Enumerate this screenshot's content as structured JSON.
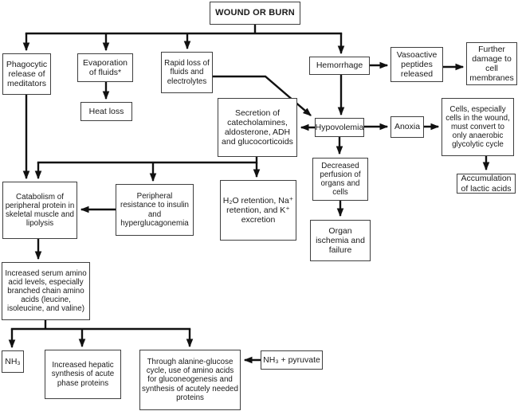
{
  "diagram": {
    "type": "flowchart",
    "background": "#ffffff",
    "line_color": "#111111",
    "box_border_color": "#3f3f3f",
    "text_color": "#1a1a1a"
  },
  "nodes": {
    "wound_or_burn": "WOUND OR BURN",
    "phagocytic": "Phagocytic release of meditators",
    "evaporation": "Evaporation of fluids*",
    "heat_loss": "Heat loss",
    "rapid_loss": "Rapid loss of fluids and electrolytes",
    "hemorrhage": "Hemorrhage",
    "vasoactive": "Vasoactive peptides released",
    "further_damage": "Further damage to cell membranes",
    "secretion": "Secretion of catecholamines, aldosterone, ADH and glucocorticoids",
    "hypovolemia": "Hypovolemia",
    "anoxia": "Anoxia",
    "cells_anaerobic": "Cells, especially cells in the wound, must convert to only anaerobic glycolytic cycle",
    "lactic_acids": "Accumulation of lactic acids",
    "decreased_perfusion": "Decreased perfusion of organs and cells",
    "organ_ischemia": "Organ ischemia and failure",
    "catabolism": "Catabolism of peripheral protein in skeletal muscle and lipolysis",
    "peripheral_resistance": "Peripheral resistance to insulin and hyperglucagonemia",
    "h2o_retention": "H₂O retention, Na⁺ retention, and K⁺ excretion",
    "increased_serum": "Increased serum amino acid levels, especially branched chain amino acids (leucine, isoleucine, and valine)",
    "nh3": "NH₃",
    "hepatic_synthesis": "Increased hepatic synthesis of acute phase proteins",
    "alanine_glucose": "Through alanine-glucose cycle, use of amino acids for gluconeogenesis and synthesis of acutely needed proteins",
    "nh3_pyruvate": "NH₃ + pyruvate"
  },
  "edges": [
    {
      "from": "wound_or_burn",
      "to": "phagocytic"
    },
    {
      "from": "wound_or_burn",
      "to": "evaporation"
    },
    {
      "from": "wound_or_burn",
      "to": "rapid_loss"
    },
    {
      "from": "wound_or_burn",
      "to": "hemorrhage"
    },
    {
      "from": "evaporation",
      "to": "heat_loss"
    },
    {
      "from": "phagocytic",
      "to": "catabolism"
    },
    {
      "from": "rapid_loss",
      "to": "hypovolemia"
    },
    {
      "from": "hemorrhage",
      "to": "vasoactive"
    },
    {
      "from": "vasoactive",
      "to": "further_damage"
    },
    {
      "from": "hemorrhage",
      "to": "hypovolemia"
    },
    {
      "from": "hypovolemia",
      "to": "secretion"
    },
    {
      "from": "hypovolemia",
      "to": "anoxia"
    },
    {
      "from": "hypovolemia",
      "to": "decreased_perfusion"
    },
    {
      "from": "anoxia",
      "to": "cells_anaerobic"
    },
    {
      "from": "cells_anaerobic",
      "to": "lactic_acids"
    },
    {
      "from": "decreased_perfusion",
      "to": "organ_ischemia"
    },
    {
      "from": "secretion",
      "to": "catabolism"
    },
    {
      "from": "secretion",
      "to": "peripheral_resistance"
    },
    {
      "from": "secretion",
      "to": "h2o_retention"
    },
    {
      "from": "peripheral_resistance",
      "to": "catabolism"
    },
    {
      "from": "catabolism",
      "to": "increased_serum"
    },
    {
      "from": "increased_serum",
      "to": "nh3"
    },
    {
      "from": "increased_serum",
      "to": "hepatic_synthesis"
    },
    {
      "from": "increased_serum",
      "to": "alanine_glucose"
    },
    {
      "from": "nh3_pyruvate",
      "to": "alanine_glucose"
    }
  ]
}
